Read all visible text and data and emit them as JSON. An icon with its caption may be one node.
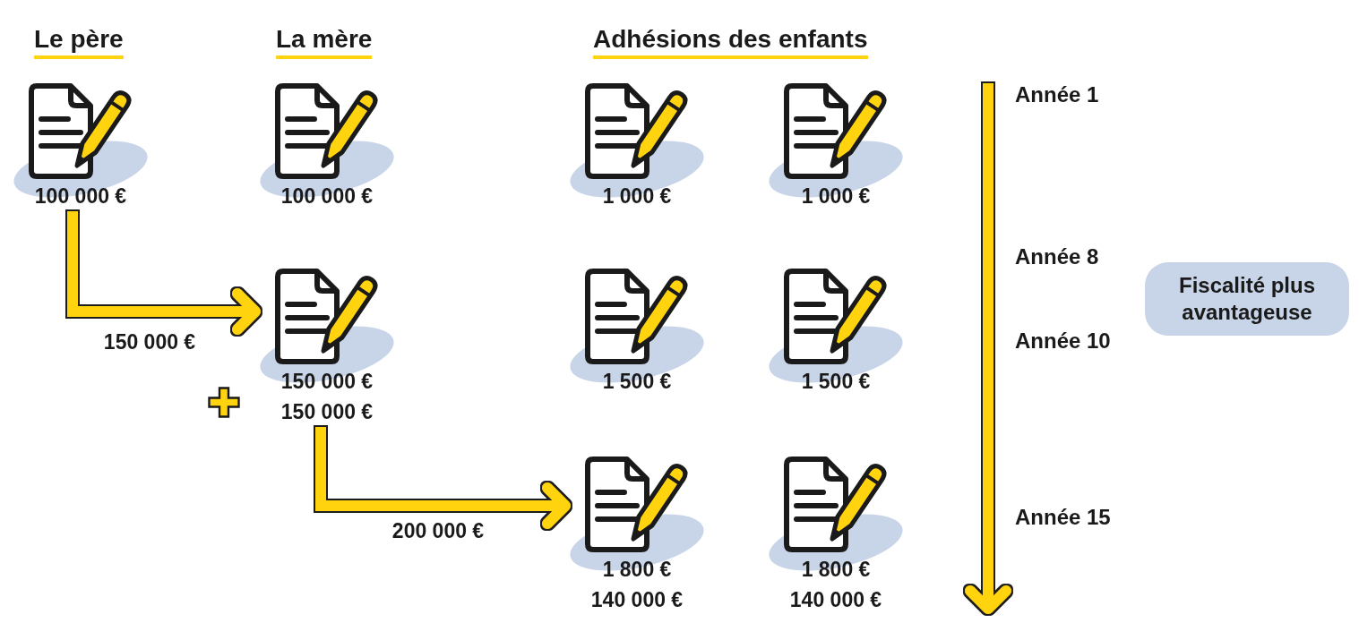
{
  "diagram": {
    "nodes": [
      {
        "text": [
          "100 000 €"
        ]
      },
      {
        "text": [
          "100 000 €"
        ]
      },
      {
        "text": [
          "1 000 €"
        ]
      },
      {
        "text": [
          "1 000 €"
        ]
      },
      {
        "text": [
          "150 000 €",
          "150 000 €"
        ]
      },
      {
        "text": [
          "1 500 €"
        ]
      },
      {
        "text": [
          "1 500 €"
        ]
      },
      {
        "text": [
          "Fiscalité plus avantageuse"
        ]
      },
      {
        "text": [
          "1 800 €",
          "140 000 €"
        ]
      },
      {
        "text": [
          "1 800 €",
          "140 000 €"
        ]
      }
    ],
    "edges": [
      {
        "from": 0,
        "to": 4,
        "arrow": "to",
        "label": "150 000 €"
      },
      {
        "from": 4,
        "to": 8,
        "arrow": "to",
        "label": "200 000 €"
      }
    ],
    "labels": [
      "Le père",
      "La mère",
      "Adhésions des enfants",
      "Année 1",
      "Année 8",
      "Année 10",
      "Année 15"
    ]
  }
}
